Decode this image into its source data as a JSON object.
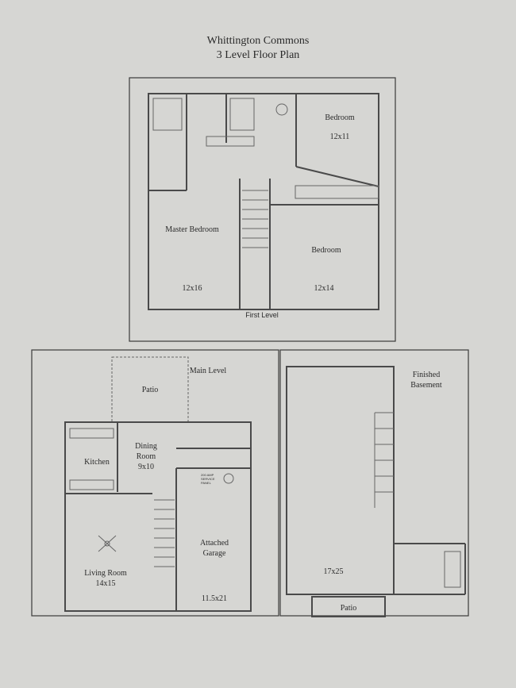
{
  "title": "Whittington Commons",
  "subtitle": "3 Level Floor Plan",
  "first_level": {
    "label": "First Level",
    "rooms": [
      {
        "name": "Bedroom",
        "size": "12x11"
      },
      {
        "name": "Master Bedroom",
        "size": "12x16"
      },
      {
        "name": "Bedroom",
        "size": "12x14"
      }
    ]
  },
  "main_level": {
    "label": "Main Level",
    "patio": "Patio",
    "dining": {
      "name1": "Dining",
      "name2": "Room",
      "size": "9x10"
    },
    "kitchen": "Kitchen",
    "garage": {
      "name1": "Attached",
      "name2": "Garage",
      "size": "11.5x21"
    },
    "living": {
      "name": "Living Room",
      "size": "14x15"
    },
    "panel_note": [
      "200 AMP",
      "SERVICE",
      "PANEL"
    ]
  },
  "basement": {
    "label1": "Finished",
    "label2": "Basement",
    "size": "17x25",
    "patio": "Patio"
  }
}
